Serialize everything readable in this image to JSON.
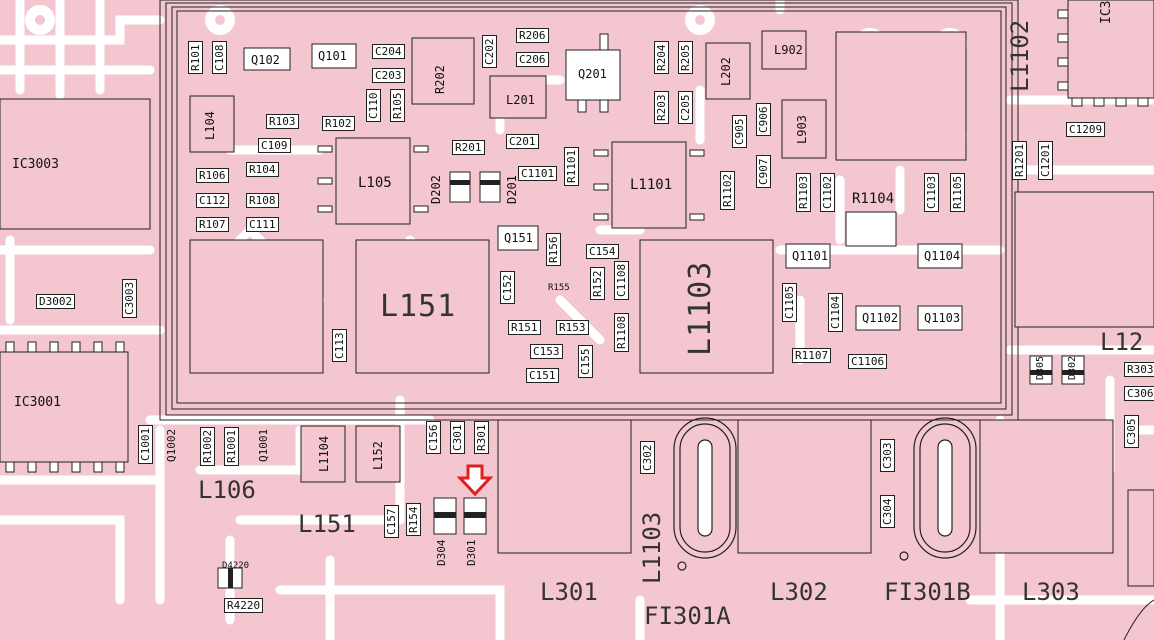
{
  "colors": {
    "board": "#f4c6cf",
    "trace": "#ffffff",
    "outline": "#222222",
    "marker": "#e02020"
  },
  "labels": {
    "r101": "R101",
    "c108": "C108",
    "q102": "Q102",
    "q101": "Q101",
    "c204": "C204",
    "c203": "C203",
    "r202": "R202",
    "c202": "C202",
    "r206": "R206",
    "c206": "C206",
    "q201": "Q201",
    "r204": "R204",
    "r205": "R205",
    "l202": "L202",
    "l902": "L902",
    "l1102": "L1102",
    "ic3": "IC3",
    "l104": "L104",
    "r103": "R103",
    "r102": "R102",
    "c110": "C110",
    "r105": "R105",
    "l201": "L201",
    "r203": "R203",
    "c205": "C205",
    "c905": "C905",
    "c906": "C906",
    "l903": "L903",
    "c1209": "C1209",
    "ic3003": "IC3003",
    "c109": "C109",
    "r106": "R106",
    "r104": "R104",
    "c112": "C112",
    "r108": "R108",
    "r107": "R107",
    "c111": "C111",
    "l105": "L105",
    "r201": "R201",
    "c201": "C201",
    "d202": "D202",
    "d201": "D201",
    "c1101": "C1101",
    "r1101": "R1101",
    "l1101": "L1101",
    "c907": "C907",
    "r1102": "R1102",
    "r1103": "R1103",
    "c1102": "C1102",
    "r1104": "R1104",
    "c1103": "C1103",
    "r1105": "R1105",
    "r1201": "R1201",
    "c1201": "C1201",
    "q151": "Q151",
    "r156": "R156",
    "c154": "C154",
    "l151_big": "L151",
    "c152": "C152",
    "r155": "R155",
    "r152": "R152",
    "c1108": "C1108",
    "l1103_big": "L1103",
    "q1101": "Q1101",
    "q1104": "Q1104",
    "d3002": "D3002",
    "c3003": "C3003",
    "c1105": "C1105",
    "c1104": "C1104",
    "q1102": "Q1102",
    "q1103": "Q1103",
    "l12": "L12",
    "c113": "C113",
    "r151": "R151",
    "r153": "R153",
    "r1108": "R1108",
    "c153": "C153",
    "c155": "C155",
    "c151": "C151",
    "r1107": "R1107",
    "c1106": "C1106",
    "d305": "D305",
    "d302": "D302",
    "r303": "R303",
    "c306": "C306",
    "ic3001": "IC3001",
    "c1001": "C1001",
    "q1002": "Q1002",
    "r1002": "R1002",
    "r1001": "R1001",
    "q1001": "Q1001",
    "l1104": "L1104",
    "l152": "L152",
    "c156": "C156",
    "c301": "C301",
    "r301": "R301",
    "c302": "C302",
    "c303": "C303",
    "c304": "C304",
    "c305": "C305",
    "l106": "L106",
    "l151": "L151",
    "c157": "C157",
    "r154": "R154",
    "d304": "D304",
    "d301": "D301",
    "l1103": "L1103",
    "l301": "L301",
    "l302": "L302",
    "fi301b": "FI301B",
    "l303": "L303",
    "fi301a": "FI301A",
    "d4220": "D4220",
    "r4220": "R4220"
  }
}
